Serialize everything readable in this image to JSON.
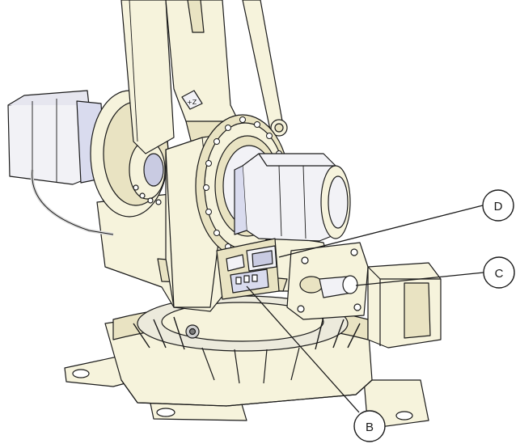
{
  "callouts": [
    {
      "id": "D",
      "label": "D"
    },
    {
      "id": "C",
      "label": "C"
    },
    {
      "id": "B",
      "label": "B"
    }
  ],
  "colors": {
    "body": "#f6f3dc",
    "body_shade": "#e9e3c2",
    "accent_shade": "#ddd7b0",
    "blue_shade": "#d9dbee",
    "motor": "#f2f2f6",
    "outline": "#1a1a1a",
    "background": "#ffffff"
  }
}
